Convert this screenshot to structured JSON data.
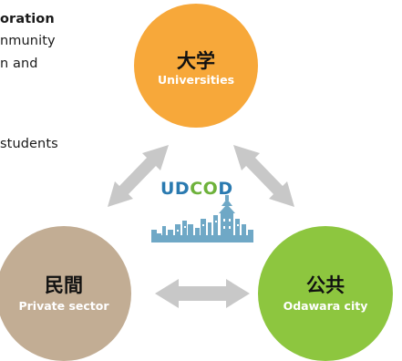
{
  "left_text": {
    "line1": "oration",
    "line2": "nmunity",
    "line3": "n and",
    "line4": "students"
  },
  "nodes": {
    "universities": {
      "jp": "大学",
      "en": "Universities",
      "color": "#F7A83A"
    },
    "private": {
      "jp": "民間",
      "en": "Private sector",
      "color": "#C2AD94"
    },
    "public": {
      "jp": "公共",
      "en": "Odawara city",
      "color": "#8DC63F"
    }
  },
  "logo": {
    "part1": "UD",
    "part2": "CO",
    "part3": "D",
    "subtitle": "Urban Design Center ODawara",
    "colors": {
      "blue": "#2A7AB0",
      "green": "#6EB23B",
      "skyline": "#6FA8C6"
    }
  },
  "arrow_color": "#C8C8C8"
}
